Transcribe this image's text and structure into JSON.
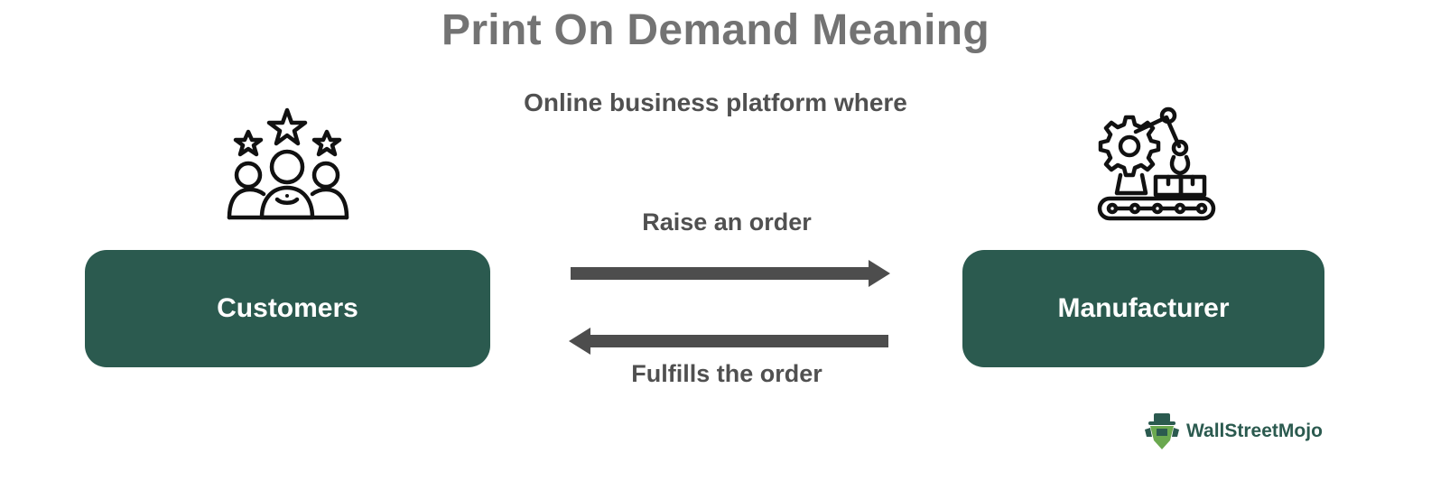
{
  "title": "Print On Demand Meaning",
  "subtitle": "Online business platform where",
  "nodes": {
    "customers": "Customers",
    "manufacturer": "Manufacturer"
  },
  "edges": {
    "top_label": "Raise an order",
    "bottom_label": "Fulfills the order"
  },
  "icons": {
    "left": "customers-stars-icon",
    "right": "robotic-arm-conveyor-icon",
    "brand": "wallstreetmojo-logo"
  },
  "brand": {
    "name": "WallStreetMojo"
  },
  "colors": {
    "node_fill": "#2b5a4f",
    "arrow": "#4d4d4d",
    "title": "#737373",
    "text": "#505050"
  }
}
